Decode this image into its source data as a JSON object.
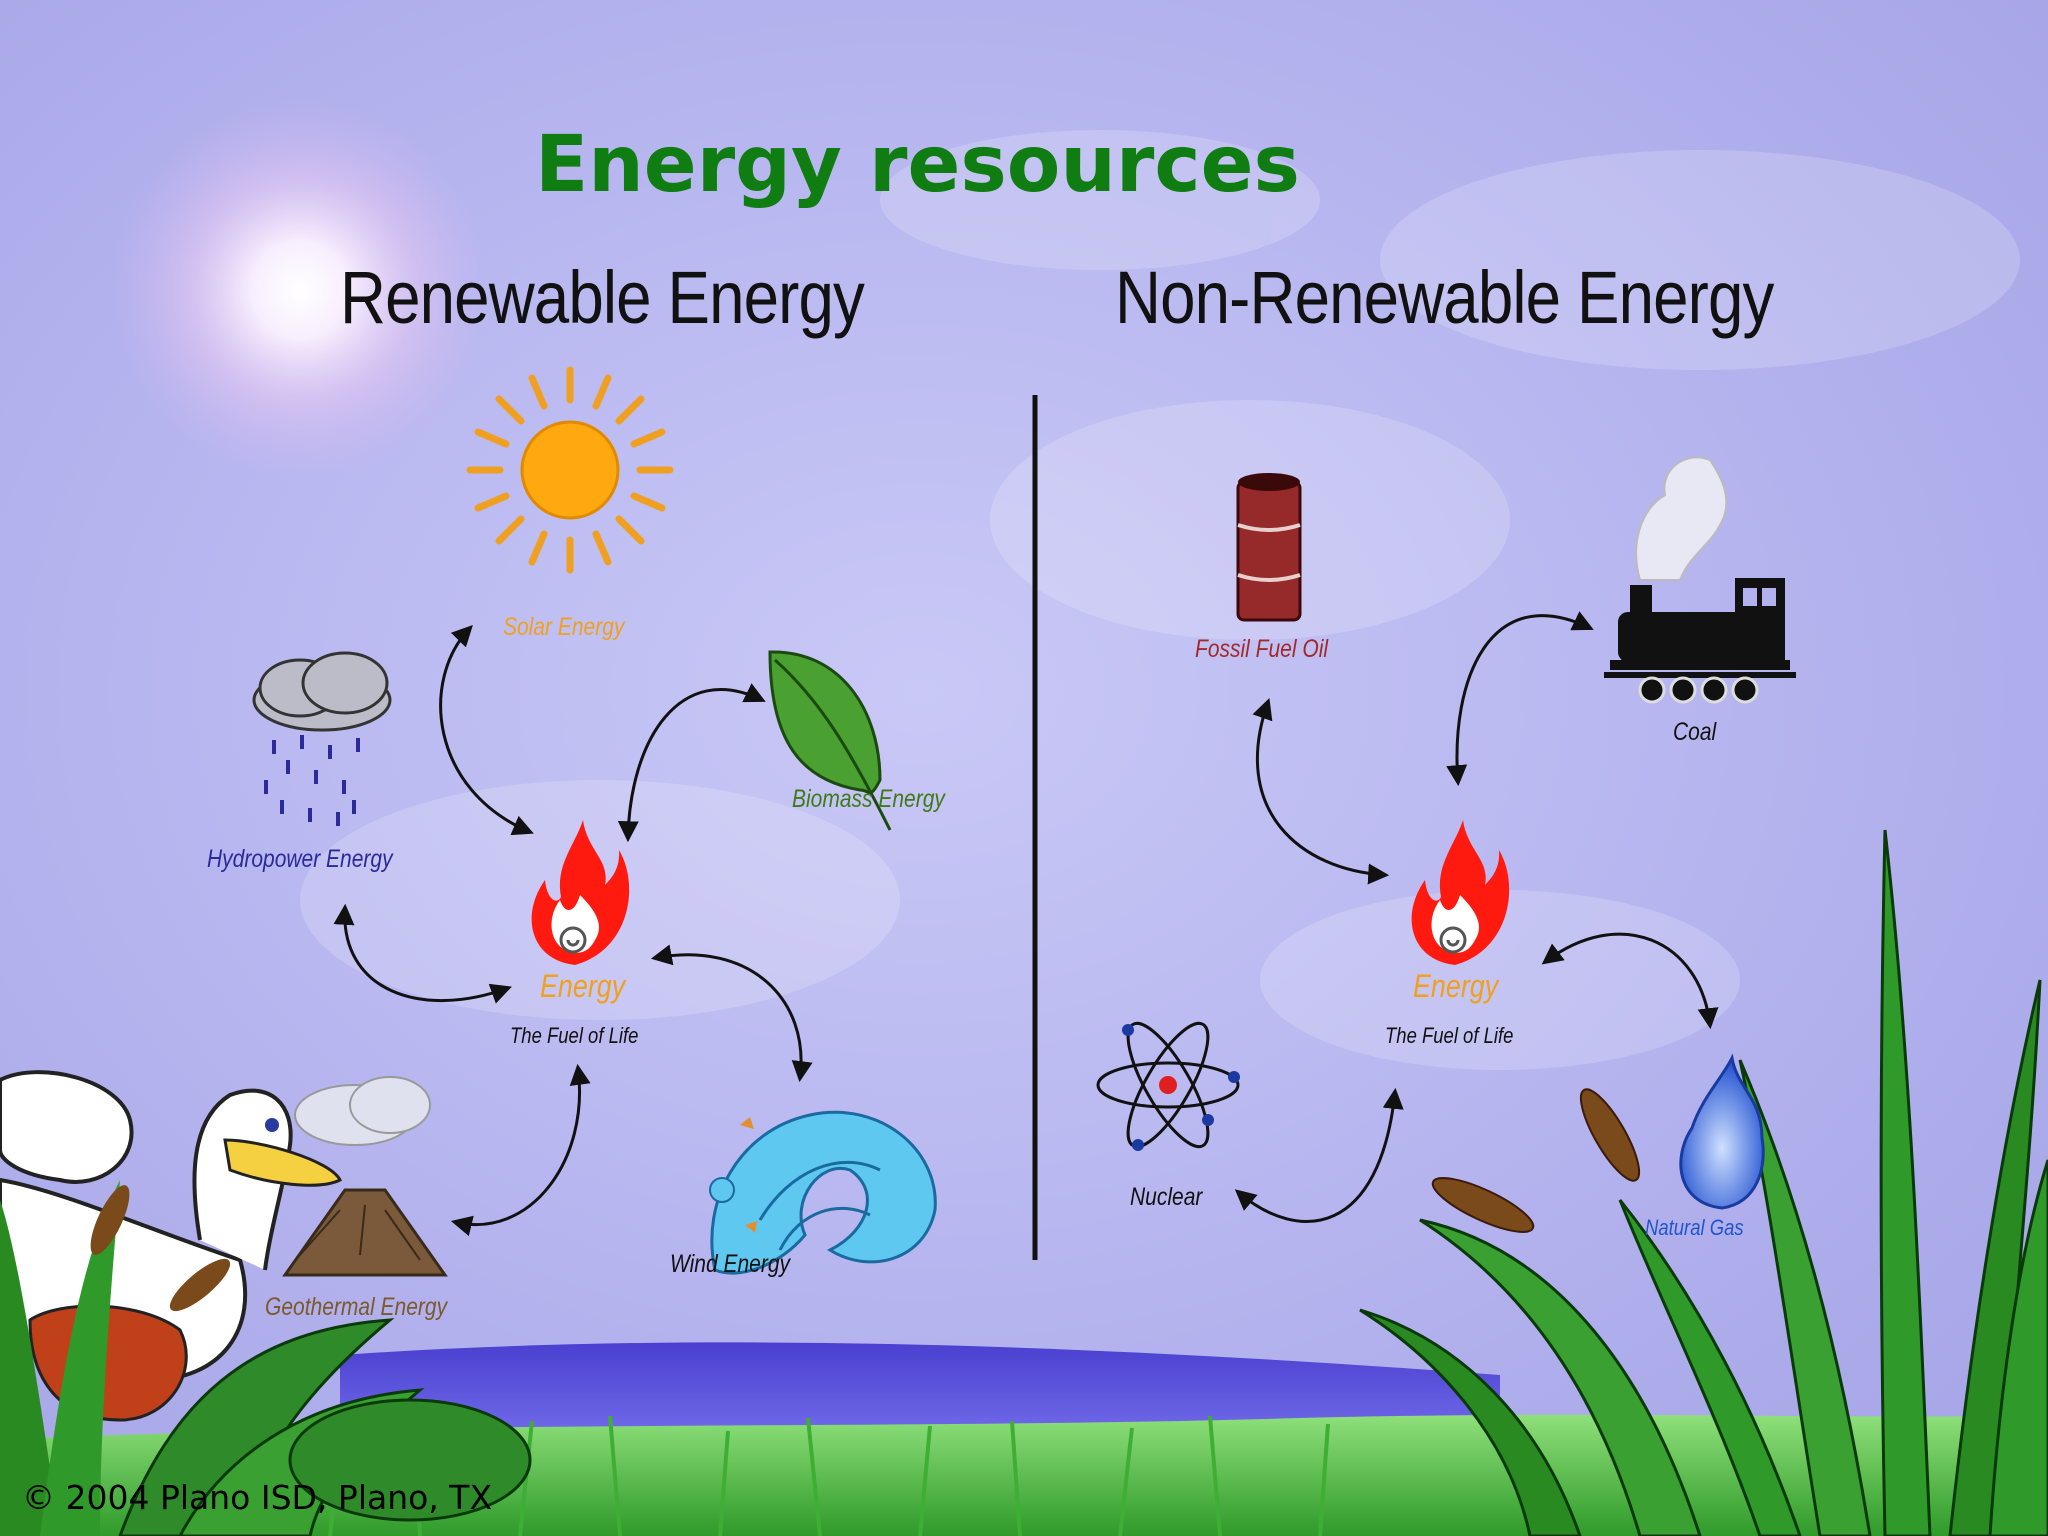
{
  "title": "Energy resources",
  "renewable": {
    "heading": "Renewable Energy",
    "center": {
      "label": "Energy",
      "sublabel": "The Fuel of Life"
    },
    "sources": [
      {
        "label": "Solar Energy"
      },
      {
        "label": "Biomass Energy"
      },
      {
        "label": "Hydropower Energy"
      },
      {
        "label": "Wind Energy"
      },
      {
        "label": "Geothermal Energy"
      }
    ]
  },
  "nonrenewable": {
    "heading": "Non-Renewable Energy",
    "center": {
      "label": "Energy",
      "sublabel": "The Fuel of Life"
    },
    "sources": [
      {
        "label": "Fossil Fuel Oil"
      },
      {
        "label": "Coal"
      },
      {
        "label": "Nuclear"
      },
      {
        "label": "Natural Gas"
      }
    ]
  },
  "footer": {
    "copyright": "© 2004 Plano ISD, Plano, TX"
  },
  "colors": {
    "title": "#0f7d12",
    "sky": "#b3b2ee",
    "solar_caption": "#f0a020",
    "biomass_caption": "#3d7a18",
    "hydro_caption": "#2a2a9a",
    "fossil_caption": "#a02a2a",
    "energy_caption": "#f0a020",
    "natural_gas_caption": "#2255cc"
  }
}
